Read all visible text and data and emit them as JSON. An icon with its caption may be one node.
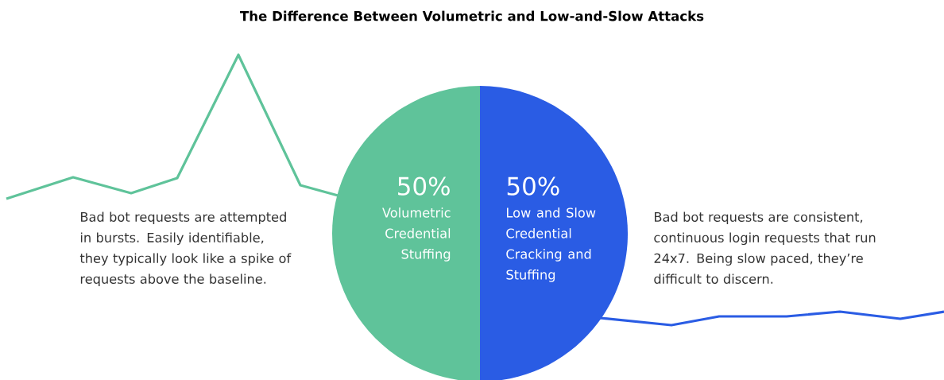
{
  "diagram": {
    "title": "The Difference Between Volumetric and Low-and-Slow Attacks",
    "nodes": [
      {
        "text": [
          "50%",
          "Volumetric Credential Stuffing"
        ]
      },
      {
        "text": [
          "50%",
          "Low and Slow Credential Cracking and Stuffing"
        ]
      }
    ],
    "labels": [
      "Bad bot requests are attempted in bursts. Easily identifiable, they typically look like a spike of requests above the baseline.",
      "Bad bot requests are consistent, continuous login requests that run 24x7. Being slow paced, they’re difficult to discern."
    ]
  }
}
